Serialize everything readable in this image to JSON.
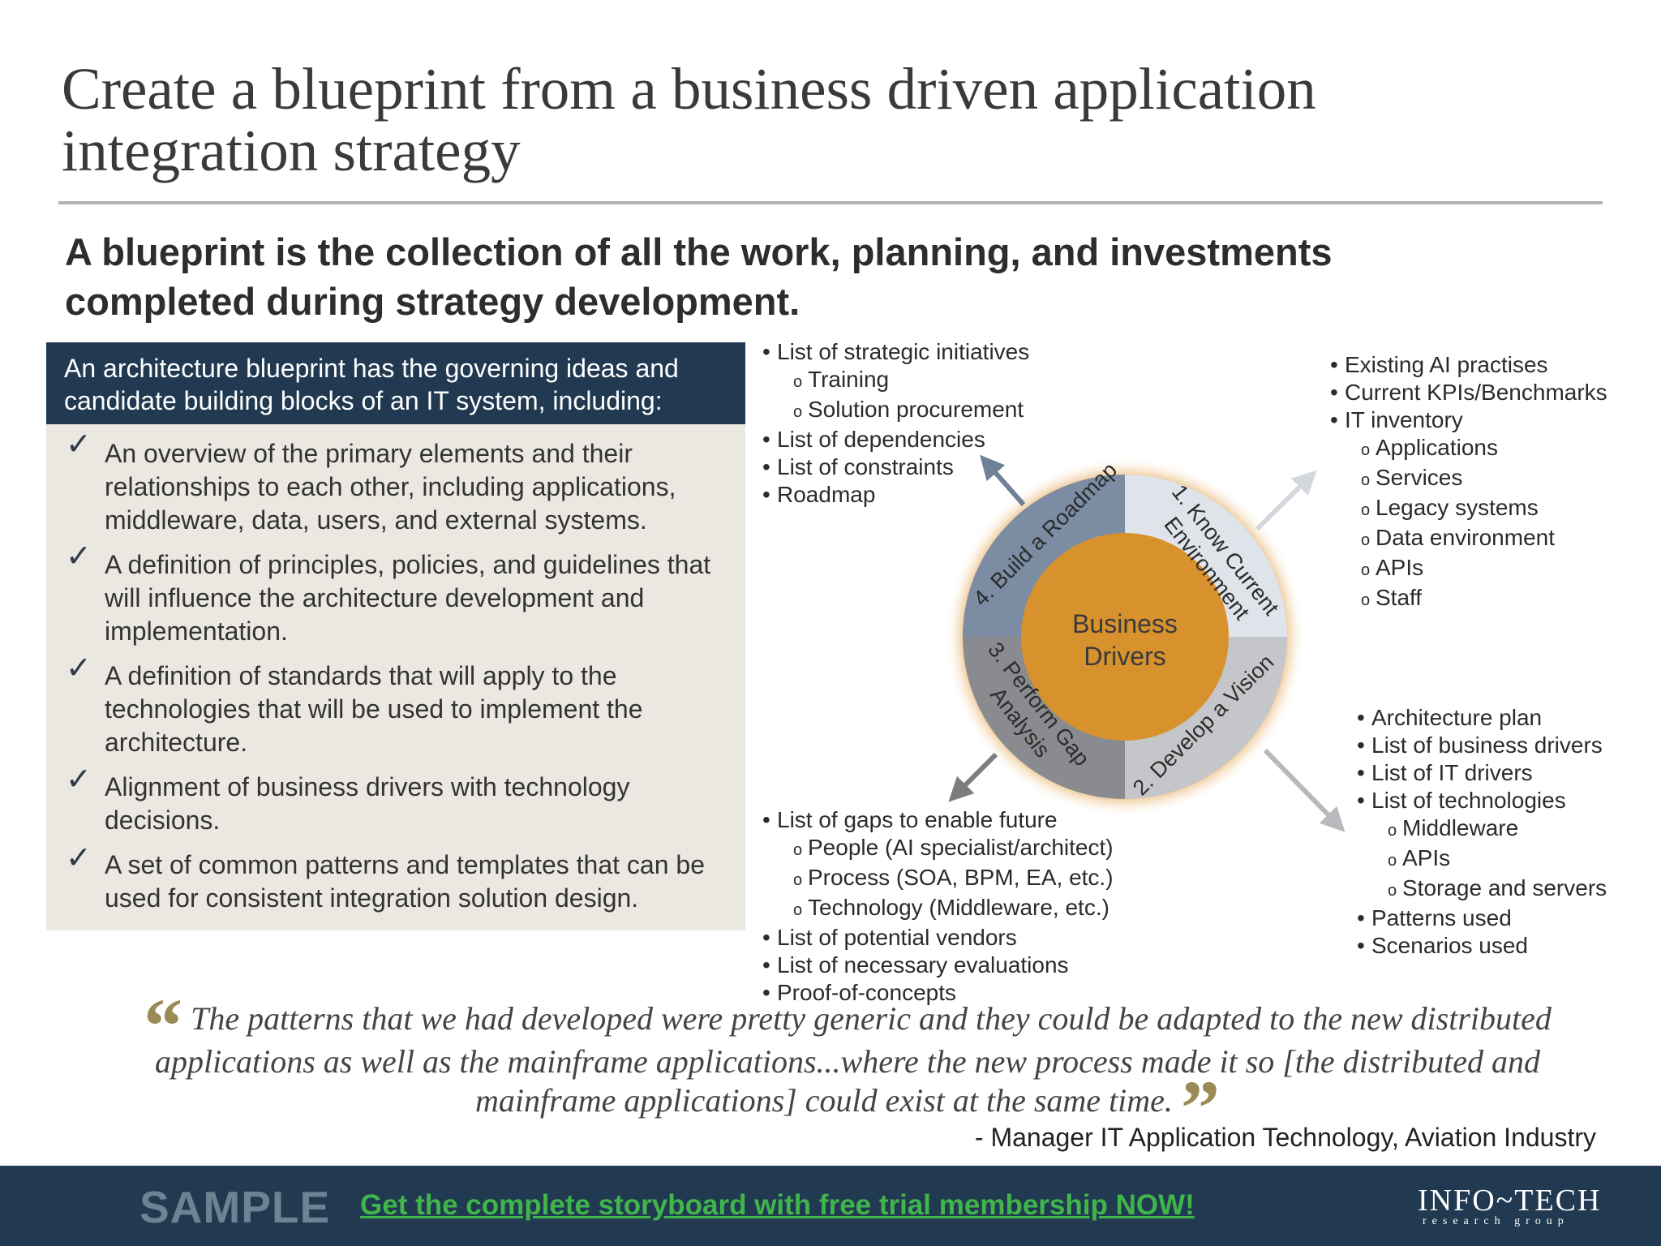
{
  "title": {
    "line1": "Create a blueprint from a business driven application",
    "line2": "integration strategy"
  },
  "subtitle": {
    "line1": "A blueprint is the collection of all the work, planning, and investments",
    "line2": "completed during strategy development."
  },
  "panel": {
    "heading": "An architecture blueprint has the governing ideas and candidate building blocks of an IT system, including:",
    "check_glyph": "✓",
    "items": [
      "An overview of the primary elements and their relationships to each other, including applications, middleware, data, users, and external systems.",
      "A definition of principles, policies, and guidelines that will influence the architecture development and implementation.",
      "A definition of standards that will apply to the technologies that will be used to implement the architecture.",
      "Alignment of business drivers with technology decisions.",
      "A set of common patterns and templates that can be used for consistent integration solution design."
    ]
  },
  "diagram": {
    "center_line1": "Business",
    "center_line2": "Drivers",
    "segments": {
      "s1_line1": "1. Know Current",
      "s1_line2": "Environment",
      "s2": "2. Develop a Vision",
      "s3_line1": "3. Perform Gap",
      "s3_line2": "Analysis",
      "s4": "4. Build a Roadmap"
    },
    "colors": {
      "center": "#d7922e",
      "s1": "#dfe3ea",
      "s2": "#c5c6c9",
      "s3": "#8a8b8f",
      "s4": "#7b8ca3",
      "glow": "#f2d4a0"
    },
    "roadmap_list": {
      "i1": "List of strategic initiatives",
      "i1a": "Training",
      "i1b": "Solution procurement",
      "i2": "List of dependencies",
      "i3": "List of constraints",
      "i4": "Roadmap"
    },
    "current_list": {
      "i1": "Existing AI practises",
      "i2": "Current KPIs/Benchmarks",
      "i3": "IT inventory",
      "i3a": "Applications",
      "i3b": "Services",
      "i3c": "Legacy systems",
      "i3d": "Data environment",
      "i3e": "APIs",
      "i3f": "Staff"
    },
    "vision_list": {
      "i1": "Architecture plan",
      "i2": "List of business drivers",
      "i3": "List of IT drivers",
      "i4": "List of technologies",
      "i4a": "Middleware",
      "i4b": "APIs",
      "i4c": "Storage and servers",
      "i5": "Patterns used",
      "i6": "Scenarios used"
    },
    "gap_list": {
      "i1": "List of gaps to enable future",
      "i1a": "People (AI specialist/architect)",
      "i1b": "Process (SOA, BPM, EA, etc.)",
      "i1c": "Technology (Middleware, etc.)",
      "i2": "List of potential vendors",
      "i3": "List of necessary evaluations",
      "i4": "Proof-of-concepts"
    }
  },
  "quote": {
    "open_mark": "“",
    "text": "The patterns that we had developed were pretty generic and they could be adapted to the new distributed applications as well as the mainframe applications...where the new process made it so [the distributed and mainframe applications] could exist at the same time.",
    "close_mark": "”",
    "attribution": "- Manager IT Application Technology, Aviation Industry"
  },
  "footer": {
    "sample": "SAMPLE",
    "cta": "Get the complete storyboard with free trial membership NOW!",
    "logo_main": "INFO~TECH",
    "logo_sub": "research group"
  }
}
